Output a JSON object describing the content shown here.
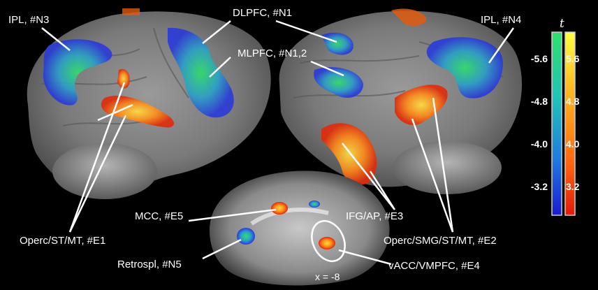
{
  "labels": {
    "ipl_n3": "IPL, #N3",
    "dlpfc_n1": "DLPFC, #N1",
    "ipl_n4": "IPL, #N4",
    "mlpfc": "MLPFC, #N1,2",
    "operc_e1": "Operc/ST/MT, #E1",
    "mcc_e5": "MCC, #E5",
    "ifg_e3": "IFG/AP, #E3",
    "operc_e2": "Operc/SMG/ST/MT, #E2",
    "retrospl_n5": "Retrospl, #N5",
    "vacc_e4": "vACC/VMPFC, #E4",
    "slice": "x = -8"
  },
  "colorbars": {
    "stat_label": "t",
    "negative_ticks": [
      "-5.6",
      "-4.8",
      "-4.0",
      "-3.2"
    ],
    "positive_ticks": [
      "5.6",
      "4.8",
      "4.0",
      "3.2"
    ],
    "negative_colors": [
      "#2fe06a",
      "#22c4b5",
      "#1f7ae0",
      "#1a1ad0"
    ],
    "positive_colors": [
      "#ffff40",
      "#ffb020",
      "#ff6a10",
      "#e01a0a"
    ]
  }
}
